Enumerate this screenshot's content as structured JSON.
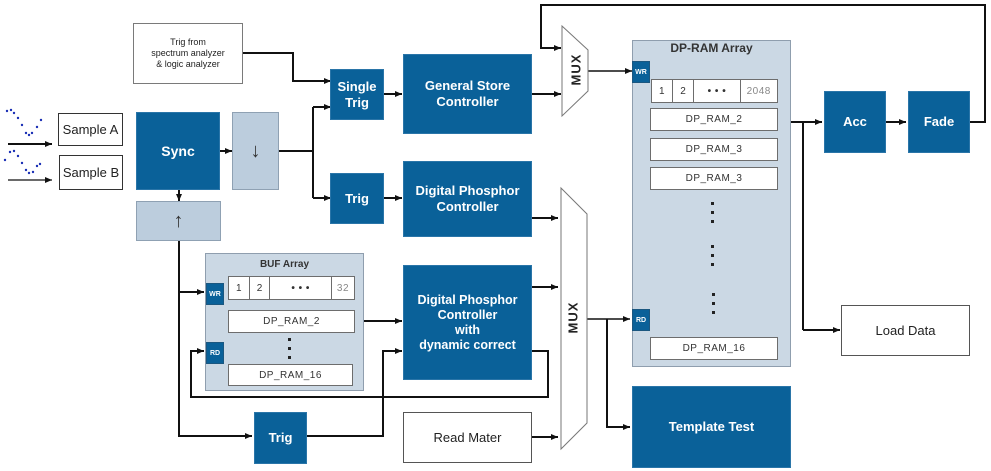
{
  "diagram": {
    "inputs": {
      "trig_source": "Trig from\nspectrum analyzer\n& logic analyzer",
      "sample_a": "Sample A",
      "sample_b": "Sample B"
    },
    "blocks": {
      "sync": "Sync",
      "down_arrow": "↓",
      "up_arrow": "↑",
      "single_trig": "Single\nTrig",
      "trig_upper": "Trig",
      "trig_lower": "Trig",
      "general_store_controller": "General Store\nController",
      "digital_phosphor_controller": "Digital Phosphor\nController",
      "dp_controller_dynamic": "Digital Phosphor\nController\nwith\ndynamic correct",
      "read_mater": "Read Mater",
      "mux_top": "MUX",
      "mux_bottom": "MUX",
      "acc": "Acc",
      "fade": "Fade",
      "load_data": "Load Data",
      "template_test": "Template  Test"
    },
    "dp_ram_array": {
      "title": "DP-RAM Array",
      "wr": "WR",
      "rd": "RD",
      "index_cells": [
        "1",
        "2",
        "• • •",
        "2048"
      ],
      "rows": [
        "DP_RAM_2",
        "DP_RAM_3",
        "DP_RAM_3"
      ],
      "last_row": "DP_RAM_16"
    },
    "buf_array": {
      "title": "BUF Array",
      "wr": "WR",
      "rd": "RD",
      "index_cells": [
        "1",
        "2",
        "• • •",
        "32"
      ],
      "rows": [
        "DP_RAM_2"
      ],
      "last_row": "DP_RAM_16"
    }
  },
  "colors": {
    "block_blue": "#0a6199",
    "light_block": "#bccddd",
    "panel": "#cbd8e4",
    "signal_dots": "#1a2fb5"
  }
}
